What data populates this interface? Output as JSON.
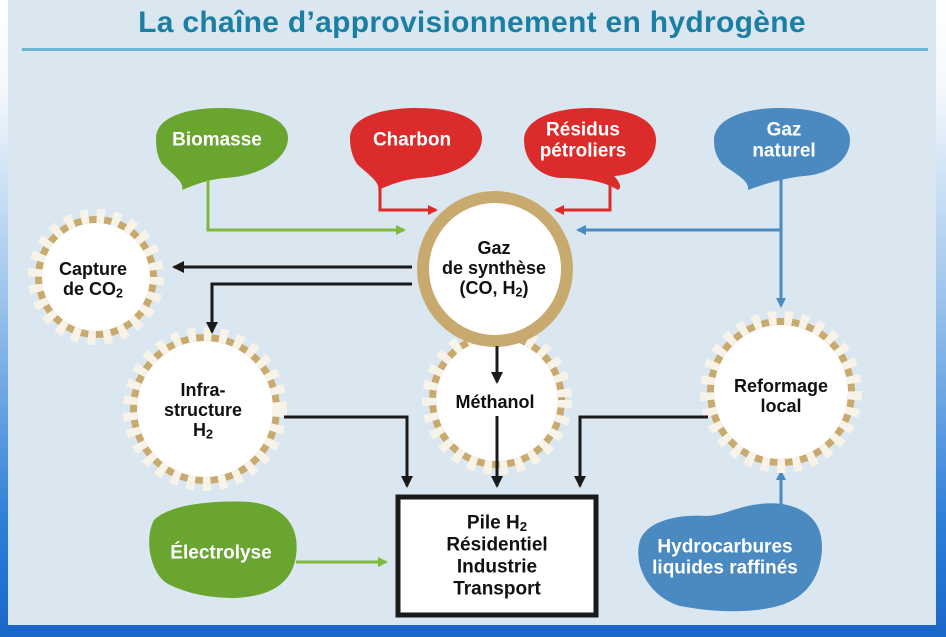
{
  "title": "La chaîne d’approvisionnement en hydrogène",
  "sources": {
    "biomasse": "Biomasse",
    "charbon": "Charbon",
    "residus_1": "Résidus",
    "residus_2": "pétroliers",
    "gaz_1": "Gaz",
    "gaz_2": "naturel",
    "electrolyse": "Électrolyse",
    "hydro_1": "Hydrocarbures",
    "hydro_2": "liquides raffinés"
  },
  "nodes": {
    "syngas_1": "Gaz",
    "syngas_2": "de synthèse",
    "syngas_3a": "(CO, H",
    "syngas_3sub": "2",
    "syngas_3b": ")",
    "capture_1": "Capture",
    "capture_2a": "de CO",
    "capture_2sub": "2",
    "infra_1": "Infra-",
    "infra_2": "structure",
    "infra_3a": "H",
    "infra_3sub": "2",
    "methanol": "Méthanol",
    "reform_1": "Reformage",
    "reform_2": "local"
  },
  "destination": {
    "line1a": "Pile H",
    "line1sub": "2",
    "line2": "Résidentiel",
    "line3": "Industrie",
    "line4": "Transport"
  },
  "colors": {
    "green": "#6aa52f",
    "red": "#dc2b2b",
    "blue": "#4a8ac0",
    "tan": "#c8aa6e",
    "arrow_dark": "#1a1a1a",
    "title": "#1b7fa3"
  }
}
